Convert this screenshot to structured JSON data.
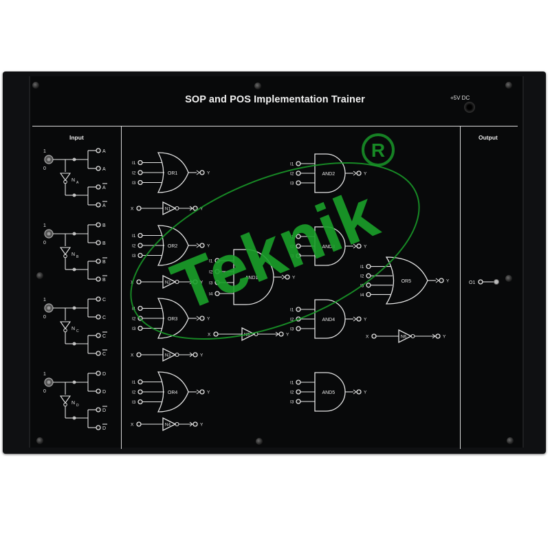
{
  "title": "SOP and POS Implementation Trainer",
  "power_label": "+5V DC",
  "input_label": "Input",
  "output_label": "Output",
  "watermark": "Teknik",
  "registered_mark": "R",
  "colors": {
    "panel": "#0f1012",
    "print": "#e6e6e6",
    "watermark": "#1aa02a"
  },
  "inputs": [
    {
      "name": "A",
      "inv": "N",
      "inv_sub": "A",
      "toggle_hi": "1",
      "toggle_lo": "0"
    },
    {
      "name": "B",
      "inv": "N",
      "inv_sub": "B",
      "toggle_hi": "1",
      "toggle_lo": "0"
    },
    {
      "name": "C",
      "inv": "N",
      "inv_sub": "C",
      "toggle_hi": "1",
      "toggle_lo": "0"
    },
    {
      "name": "D",
      "inv": "N",
      "inv_sub": "D",
      "toggle_hi": "1",
      "toggle_lo": "0"
    }
  ],
  "gates": {
    "or": [
      "OR1",
      "OR2",
      "OR3",
      "OR4",
      "OR5"
    ],
    "and": [
      "AND1",
      "AND2",
      "AND3",
      "AND4",
      "AND5"
    ],
    "not": [
      "N1",
      "N2",
      "N3",
      "N4",
      "N5",
      "N6"
    ]
  },
  "pin_labels": {
    "i1": "I1",
    "i2": "I2",
    "i3": "I3",
    "i4": "I4",
    "x": "X",
    "y": "Y"
  },
  "output_pin": "O1"
}
